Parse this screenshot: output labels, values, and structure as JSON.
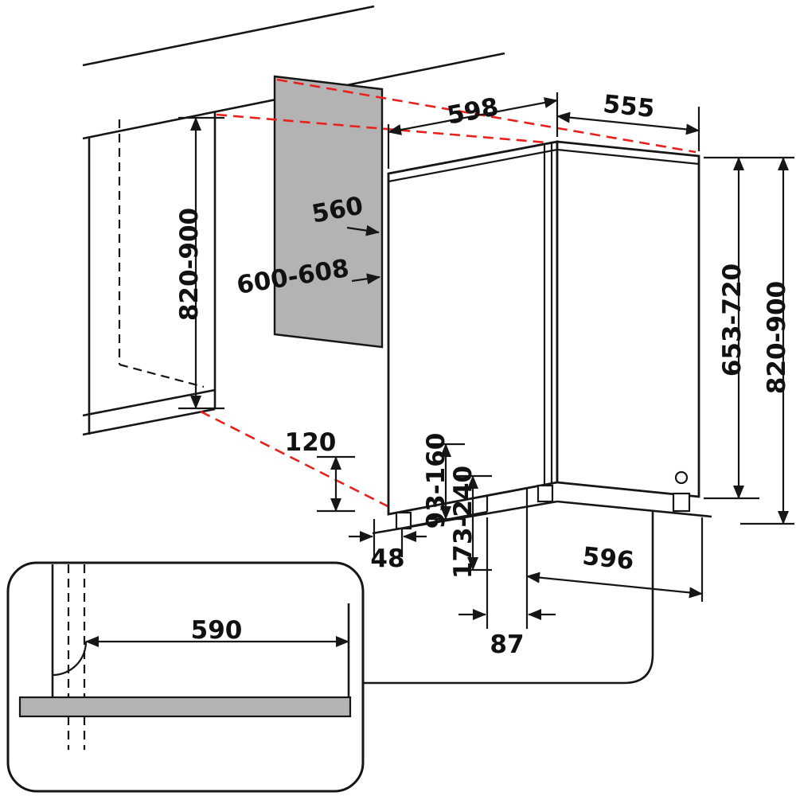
{
  "diagram": {
    "dims": {
      "width": "598",
      "depth": "555",
      "niche_depth": "560",
      "niche_width": "600-608",
      "niche_height_left": "820-900",
      "appliance_height_right": "653-720",
      "total_height_right": "820-900",
      "foot_range": "120",
      "plinth_low": "93-160",
      "plinth_high": "173-240",
      "front_gap": "48",
      "bottom_depth": "596",
      "door_offset": "87",
      "plinth_board_width": "590"
    },
    "colors": {
      "ink": "#161616",
      "guide_red": "#e8211d",
      "panel_gray": "#b3b3b3"
    }
  }
}
